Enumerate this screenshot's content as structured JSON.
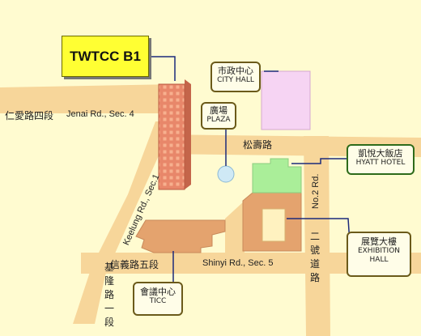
{
  "badge": {
    "title": "TWTCC B1"
  },
  "roads": {
    "jenai_zh": "仁愛路四段",
    "jenai_en": "Jenai Rd., Sec. 4",
    "songshou_zh": "松壽路",
    "keelung_en": "Keelung Rd., Sec.1",
    "keelung_zh": "基隆路一段",
    "shinyi_zh": "信義路五段",
    "shinyi_en": "Shinyi Rd., Sec. 5",
    "no2_en": "No.2 Rd.",
    "no2_zh": "二號道路"
  },
  "places": {
    "city_hall": {
      "zh": "市政中心",
      "en": "CITY HALL"
    },
    "plaza": {
      "zh": "廣場",
      "en": "PLAZA"
    },
    "hyatt": {
      "zh": "凱悅大飯店",
      "en": "HYATT HOTEL"
    },
    "exhibition": {
      "zh": "展覽大樓",
      "en1": "EXHIBITION",
      "en2": "HALL"
    },
    "ticc": {
      "zh": "會議中心",
      "en": "TICC"
    }
  },
  "colors": {
    "background": "#fffbd0",
    "road": "#f7d69a",
    "tower": "#e8876a",
    "city_hall": "#f6d4f3",
    "hyatt": "#aaee99",
    "plaza": "#cfe9f5",
    "convention": "#e4a36e",
    "badge": "#ffff33"
  }
}
